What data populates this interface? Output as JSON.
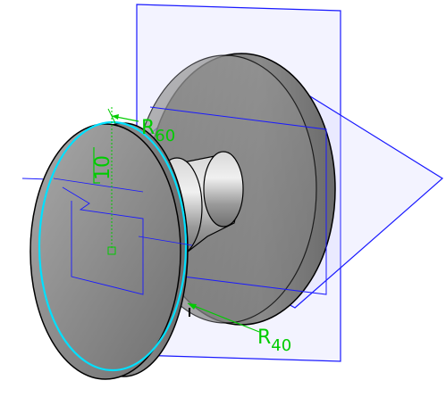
{
  "dimensions": {
    "radius_large": {
      "prefix": "R",
      "value": "60"
    },
    "radius_small": {
      "prefix": "R",
      "value": "40"
    },
    "vertical_label": "10"
  },
  "colors": {
    "background": "#ffffff",
    "plane_stroke": "#1a1aff",
    "plane_fill": "#c8c8ff",
    "dimension": "#00cc00",
    "highlight_edge": "#00e0ff",
    "body_dark": "#6e6e6e",
    "body_mid": "#9a9a9a",
    "body_light": "#c4c4c4",
    "edge": "#000000"
  }
}
